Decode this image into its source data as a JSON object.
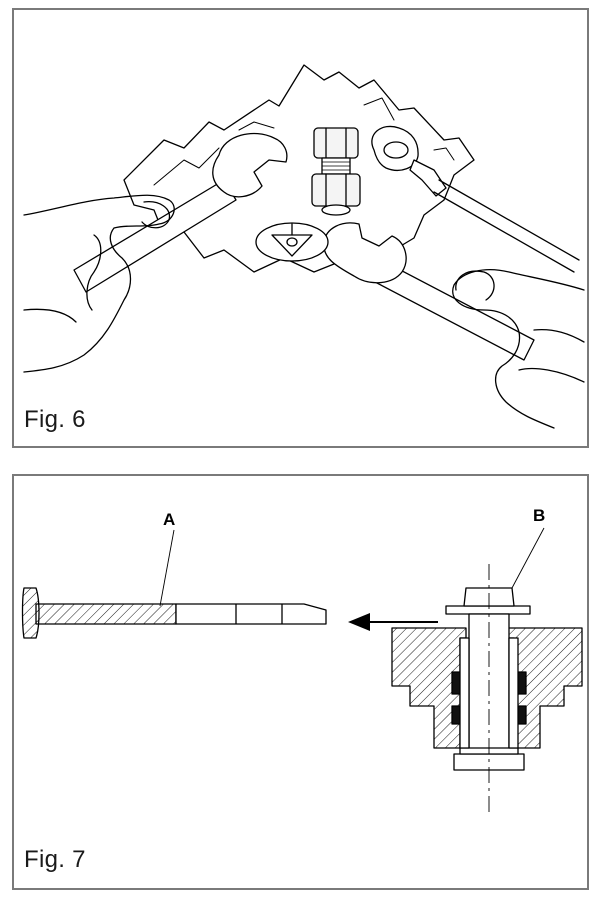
{
  "figures": [
    {
      "label": "Fig. 6"
    },
    {
      "label": "Fig. 7",
      "callouts": {
        "a": "A",
        "b": "B"
      }
    }
  ]
}
